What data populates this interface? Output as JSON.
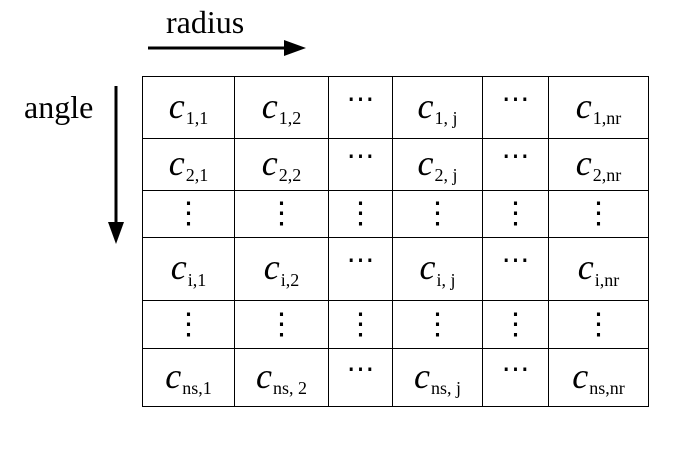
{
  "labels": {
    "radius": "radius",
    "angle": "angle"
  },
  "matrix": {
    "symbol": "c",
    "ellipsis_h": "⋯",
    "ellipsis_v": "⋮",
    "rows": [
      {
        "kind": "data",
        "cells": [
          "1,1",
          "1,2",
          "…",
          "1, j",
          "…",
          "1,nr"
        ]
      },
      {
        "kind": "data",
        "cells": [
          "2,1",
          "2,2",
          "…",
          "2, j",
          "…",
          "2,nr"
        ]
      },
      {
        "kind": "vdots",
        "cells": [
          "⋮",
          "⋮",
          "⋮",
          "⋮",
          "⋮",
          "⋮"
        ]
      },
      {
        "kind": "data",
        "cells": [
          "i,1",
          "i,2",
          "…",
          "i, j",
          "…",
          "i,nr"
        ]
      },
      {
        "kind": "vdots",
        "cells": [
          "⋮",
          "⋮",
          "⋮",
          "⋮",
          "⋮",
          "⋮"
        ]
      },
      {
        "kind": "data",
        "cells": [
          "ns,1",
          "ns, 2",
          "…",
          "ns, j",
          "…",
          "ns,nr"
        ]
      }
    ]
  }
}
